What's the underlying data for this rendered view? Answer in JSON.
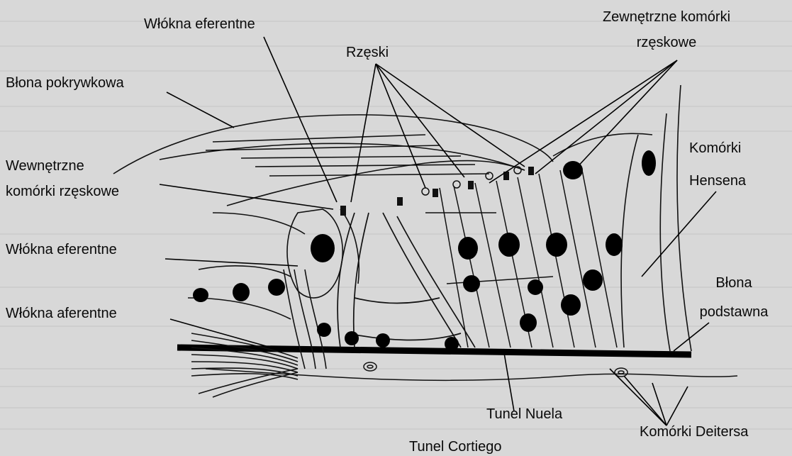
{
  "labels": {
    "wlokna_eferentne_top": "Włókna eferentne",
    "rzeski": "Rzęski",
    "zewnetrzne_line1": "Zewnętrzne komórki",
    "zewnetrzne_line2": "rzęskowe",
    "blona_pokrywkowa": "Błona pokrywkowa",
    "wewnetrzne_line1": "Wewnętrzne",
    "wewnetrzne_line2": "komórki rzęskowe",
    "komorki_line1": "Komórki",
    "hensena_line2": "Hensena",
    "wlokna_eferentne_mid": "Włókna eferentne",
    "blona_line1": "Błona",
    "podstawna_line2": "podstawna",
    "wlokna_aferentne": "Włókna aferentne",
    "tunel_nuela": "Tunel Nuela",
    "komorki_deitersa": "Komórki Deitersa",
    "tunel_cortiego": "Tunel Cortiego"
  }
}
